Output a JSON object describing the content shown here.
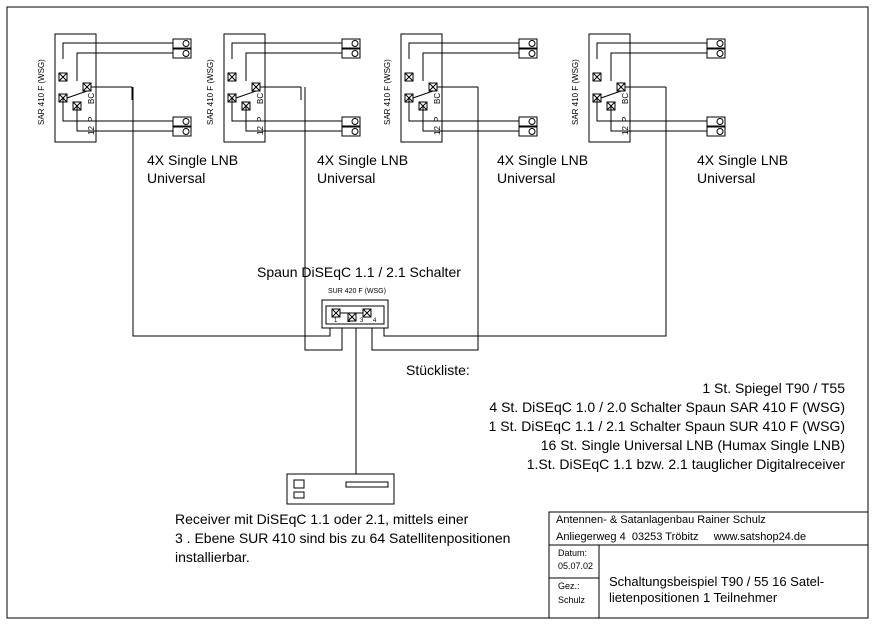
{
  "lnb_groups": [
    {
      "switch_label": "SAR 410 F (WSG)",
      "port_low": "12",
      "port_p": "P",
      "port_bc": "BC",
      "lnb_title": "4X Single LNB",
      "lnb_sub": "Universal"
    },
    {
      "switch_label": "SAR 410 F (WSG)",
      "port_low": "12",
      "port_p": "P",
      "port_bc": "BC",
      "lnb_title": "4X Single LNB",
      "lnb_sub": "Universal"
    },
    {
      "switch_label": "SAR 410 F (WSG)",
      "port_low": "12",
      "port_p": "P",
      "port_bc": "BC",
      "lnb_title": "4X Single LNB",
      "lnb_sub": "Universal"
    },
    {
      "switch_label": "SAR 410 F (WSG)",
      "port_low": "12",
      "port_p": "P",
      "port_bc": "BC",
      "lnb_title": "4X Single LNB",
      "lnb_sub": "Universal"
    }
  ],
  "main_switch": {
    "title": "Spaun DiSEqC 1.1 / 2.1 Schalter",
    "model": "SUR 420 F (WSG)",
    "ports": "1 2 3 4"
  },
  "parts_list": {
    "heading": "Stückliste:",
    "items": [
      "1 St. Spiegel T90 / T55",
      "4 St. DiSEqC 1.0 / 2.0 Schalter Spaun SAR 410 F (WSG)",
      "1 St. DiSEqC 1.1 / 2.1 Schalter Spaun SUR 410 F (WSG)",
      "16 St. Single Universal LNB (Humax Single LNB)",
      "1.St. DiSEqC 1.1 bzw. 2.1 tauglicher Digitalreceiver"
    ]
  },
  "receiver_note": [
    "Receiver mit DiSEqC 1.1 oder 2.1, mittels einer",
    "3 . Ebene SUR 410 sind bis zu 64 Satellitenpositionen",
    "installierbar."
  ],
  "title_block": {
    "company": "Antennen- & Satanlagenbau Rainer Schulz",
    "address": "Anliegerweg 4  03253 Tröbitz     www.satshop24.de",
    "date_label": "Datum:",
    "date_value": "05.07.02",
    "drawn_label": "Gez.:",
    "drawn_value": "Schulz",
    "drawing_title": "Schaltungsbeispiel T90 / 55 16 Satel-\nlietenpositionen 1 Teilnehmer"
  }
}
